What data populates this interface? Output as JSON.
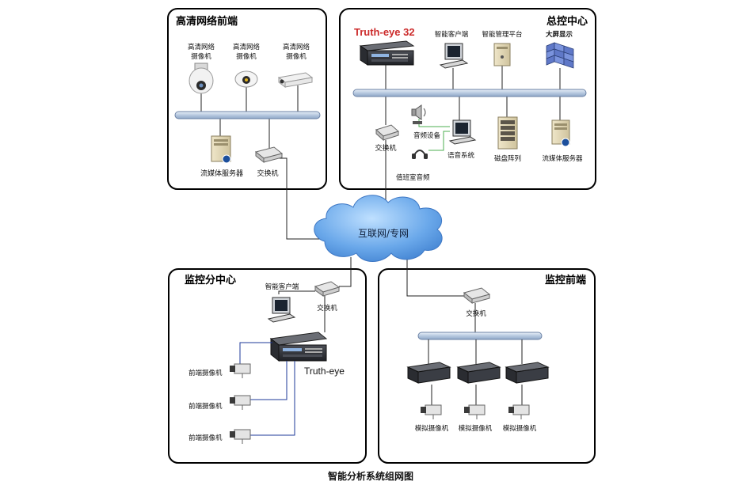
{
  "sections": {
    "hd_front": {
      "title": "高清网络前端",
      "cameras": [
        "高清网络\n摄像机",
        "高清网络\n摄像机",
        "高清网络\n摄像机"
      ],
      "server_label": "流媒体服务器",
      "switch_label": "交换机"
    },
    "control_center": {
      "title": "总控中心",
      "device_name": "Truth-eye 32",
      "client_label": "智能客户端",
      "platform_label": "智能管理平台",
      "display_label": "大屏显示",
      "audio_device_label": "音频设备",
      "talkback_label": "语音系统",
      "disk_label": "磁盘阵列",
      "stream_server_label": "流媒体服务器",
      "switch_label": "交换机",
      "duty_audio_label": "值班室音频"
    },
    "sub_center": {
      "title": "监控分中心",
      "client_label": "智能客户端",
      "switch_label": "交换机",
      "device_name": "Truth-eye",
      "cameras": [
        "前端摄像机",
        "前端摄像机",
        "前端摄像机"
      ]
    },
    "monitor_front": {
      "title": "监控前端",
      "switch_label": "交换机",
      "cameras": [
        "模拟摄像机",
        "模拟摄像机",
        "模拟摄像机"
      ]
    }
  },
  "cloud_label": "互联网/专网",
  "caption": "智能分析系统组网图",
  "colors": {
    "accent_red": "#cc2b2b",
    "bus_fill": "#c9d8ea",
    "cloud_blue": "#5d9be0",
    "wire_green": "#4caf50",
    "wire_blue": "#1e3a9a"
  }
}
